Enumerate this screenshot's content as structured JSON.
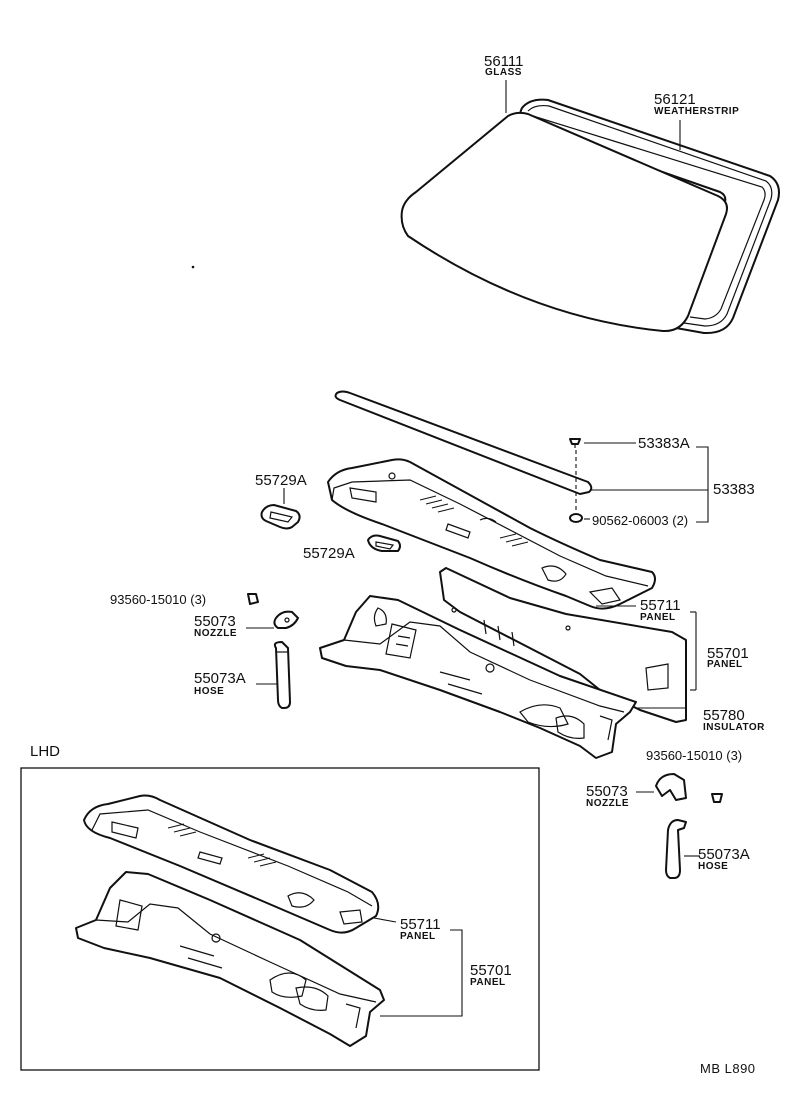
{
  "parts": {
    "glass": {
      "number": "56111",
      "name": "GLASS"
    },
    "weatherstrip": {
      "number": "56121",
      "name": "WEATHERSTRIP"
    },
    "clip_53383a": {
      "number": "53383A"
    },
    "clip_assy": {
      "number": "53383"
    },
    "nut_90562": {
      "number": "90562-06003 (2)"
    },
    "seal_left": {
      "number": "55729A"
    },
    "seal_center": {
      "number": "55729A"
    },
    "screw_upper": {
      "number": "93560-15010  (3)"
    },
    "nozzle_upper": {
      "number": "55073",
      "name": "NOZZLE"
    },
    "hose_upper": {
      "number": "55073A",
      "name": "HOSE"
    },
    "cowl_top_panel": {
      "number": "55711",
      "name": "PANEL"
    },
    "cowl_panel_assy": {
      "number": "55701",
      "name": "PANEL"
    },
    "insulator": {
      "number": "55780",
      "name": "INSULATOR"
    },
    "screw_lower": {
      "number": "93560-15010  (3)"
    },
    "nozzle_lower": {
      "number": "55073",
      "name": "NOZZLE"
    },
    "hose_lower": {
      "number": "55073A",
      "name": "HOSE"
    }
  },
  "lhd": {
    "title": "LHD",
    "panel_top": {
      "number": "55711",
      "name": "PANEL"
    },
    "panel_assy": {
      "number": "55701",
      "name": "PANEL"
    }
  },
  "footer": {
    "code": "MB  L890"
  }
}
